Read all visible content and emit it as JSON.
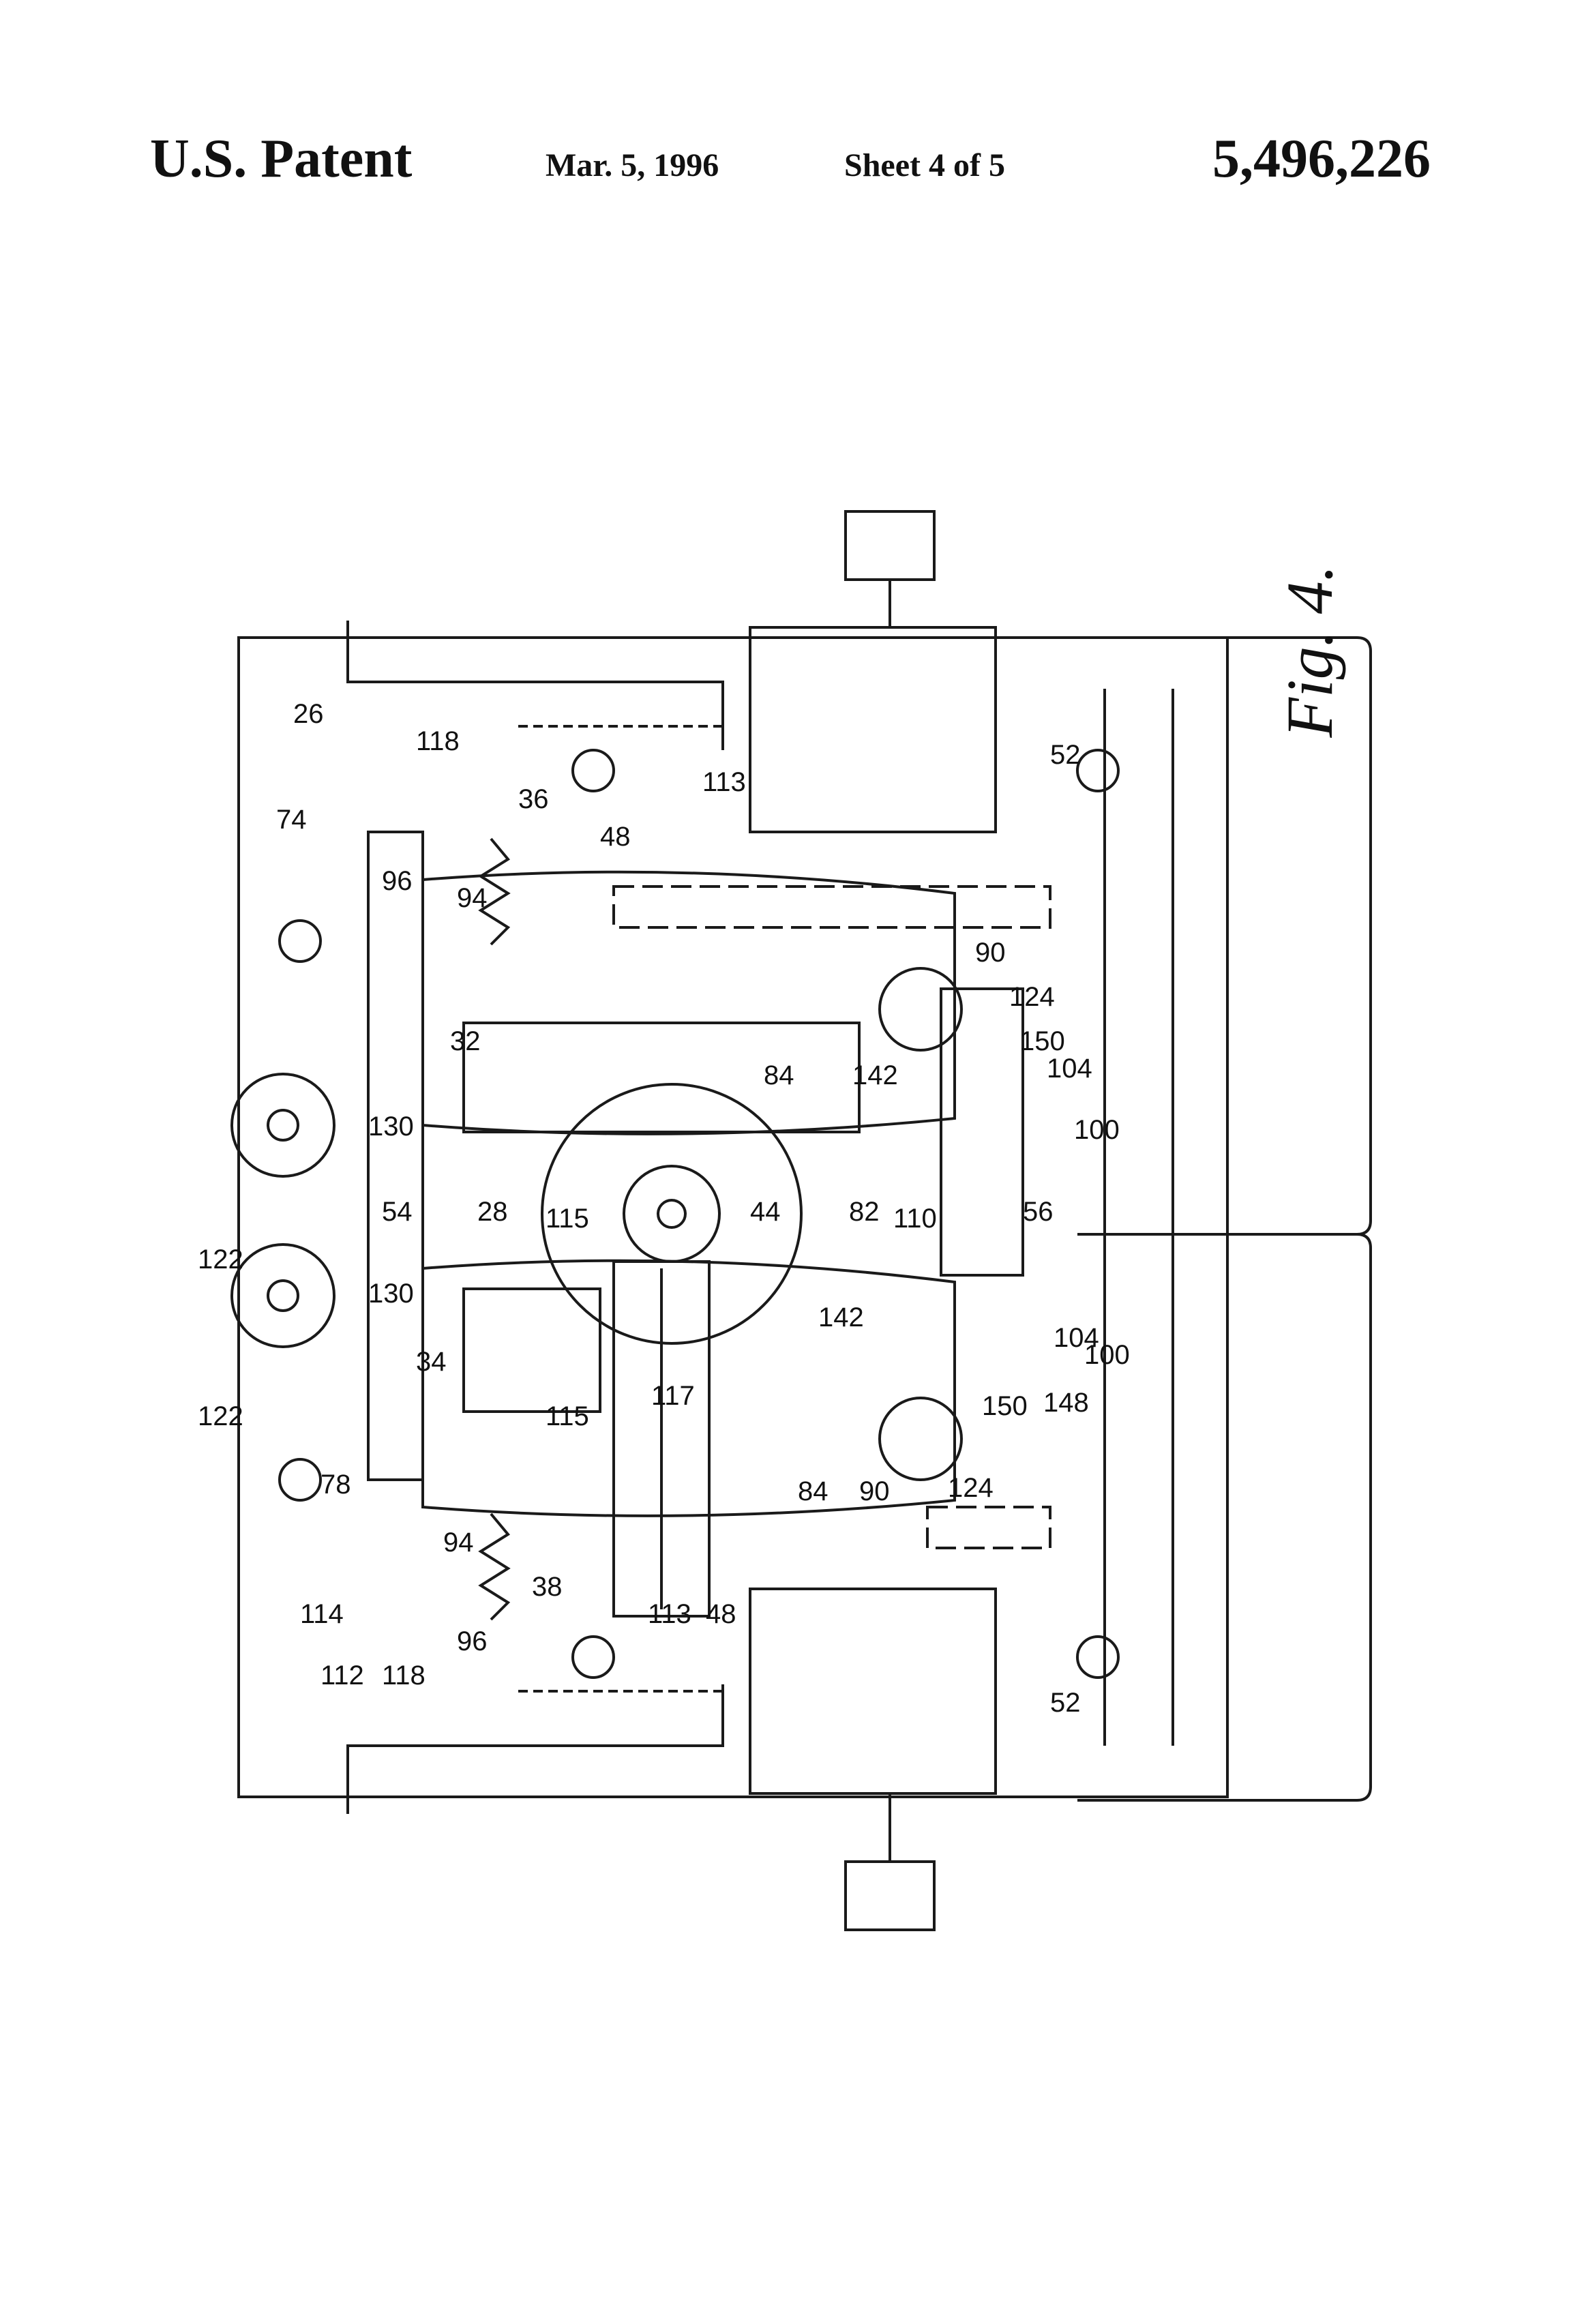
{
  "header": {
    "left": "U.S. Patent",
    "date": "Mar. 5, 1996",
    "sheet": "Sheet 4 of 5",
    "patent_number": "5,496,226"
  },
  "figure": {
    "caption": "Fig. 4."
  },
  "reference_numerals": [
    "26",
    "74",
    "118",
    "96",
    "36",
    "94",
    "48",
    "113",
    "52",
    "90",
    "124",
    "84",
    "142",
    "150",
    "104",
    "100",
    "32",
    "130",
    "122",
    "54",
    "28",
    "115",
    "44",
    "82",
    "110",
    "56",
    "130",
    "122",
    "34",
    "117",
    "148",
    "104",
    "100",
    "150",
    "142",
    "124",
    "90",
    "84",
    "115",
    "78",
    "94",
    "38",
    "114",
    "112",
    "118",
    "96",
    "113",
    "48",
    "52"
  ]
}
